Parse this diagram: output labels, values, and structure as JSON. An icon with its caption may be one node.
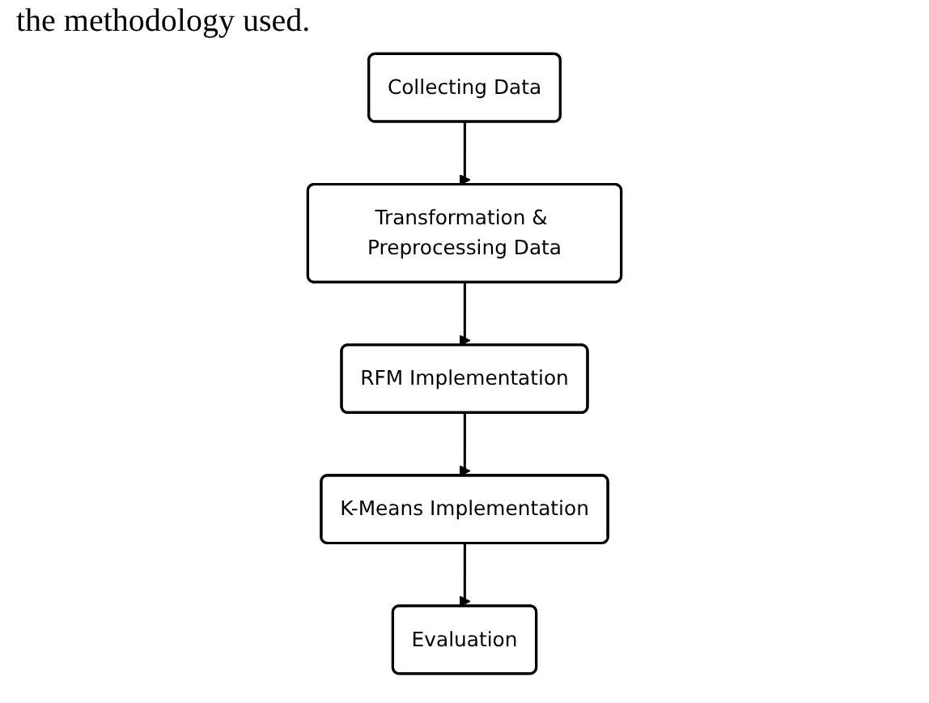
{
  "diagram": {
    "nodes": [
      {
        "text": [
          "Collecting Data"
        ]
      },
      {
        "text": [
          "Transformation & Preprocessing Data"
        ]
      },
      {
        "text": [
          "RFM Implementation"
        ]
      },
      {
        "text": [
          "K-Means Implementation"
        ]
      },
      {
        "text": [
          "Evaluation"
        ]
      }
    ],
    "edges": [
      {
        "from": 0,
        "to": 1,
        "arrow": "to"
      },
      {
        "from": 1,
        "to": 2,
        "arrow": "to"
      },
      {
        "from": 2,
        "to": 3,
        "arrow": "to"
      },
      {
        "from": 3,
        "to": 4,
        "arrow": "to"
      }
    ],
    "labels": [
      "the methodology used."
    ]
  }
}
